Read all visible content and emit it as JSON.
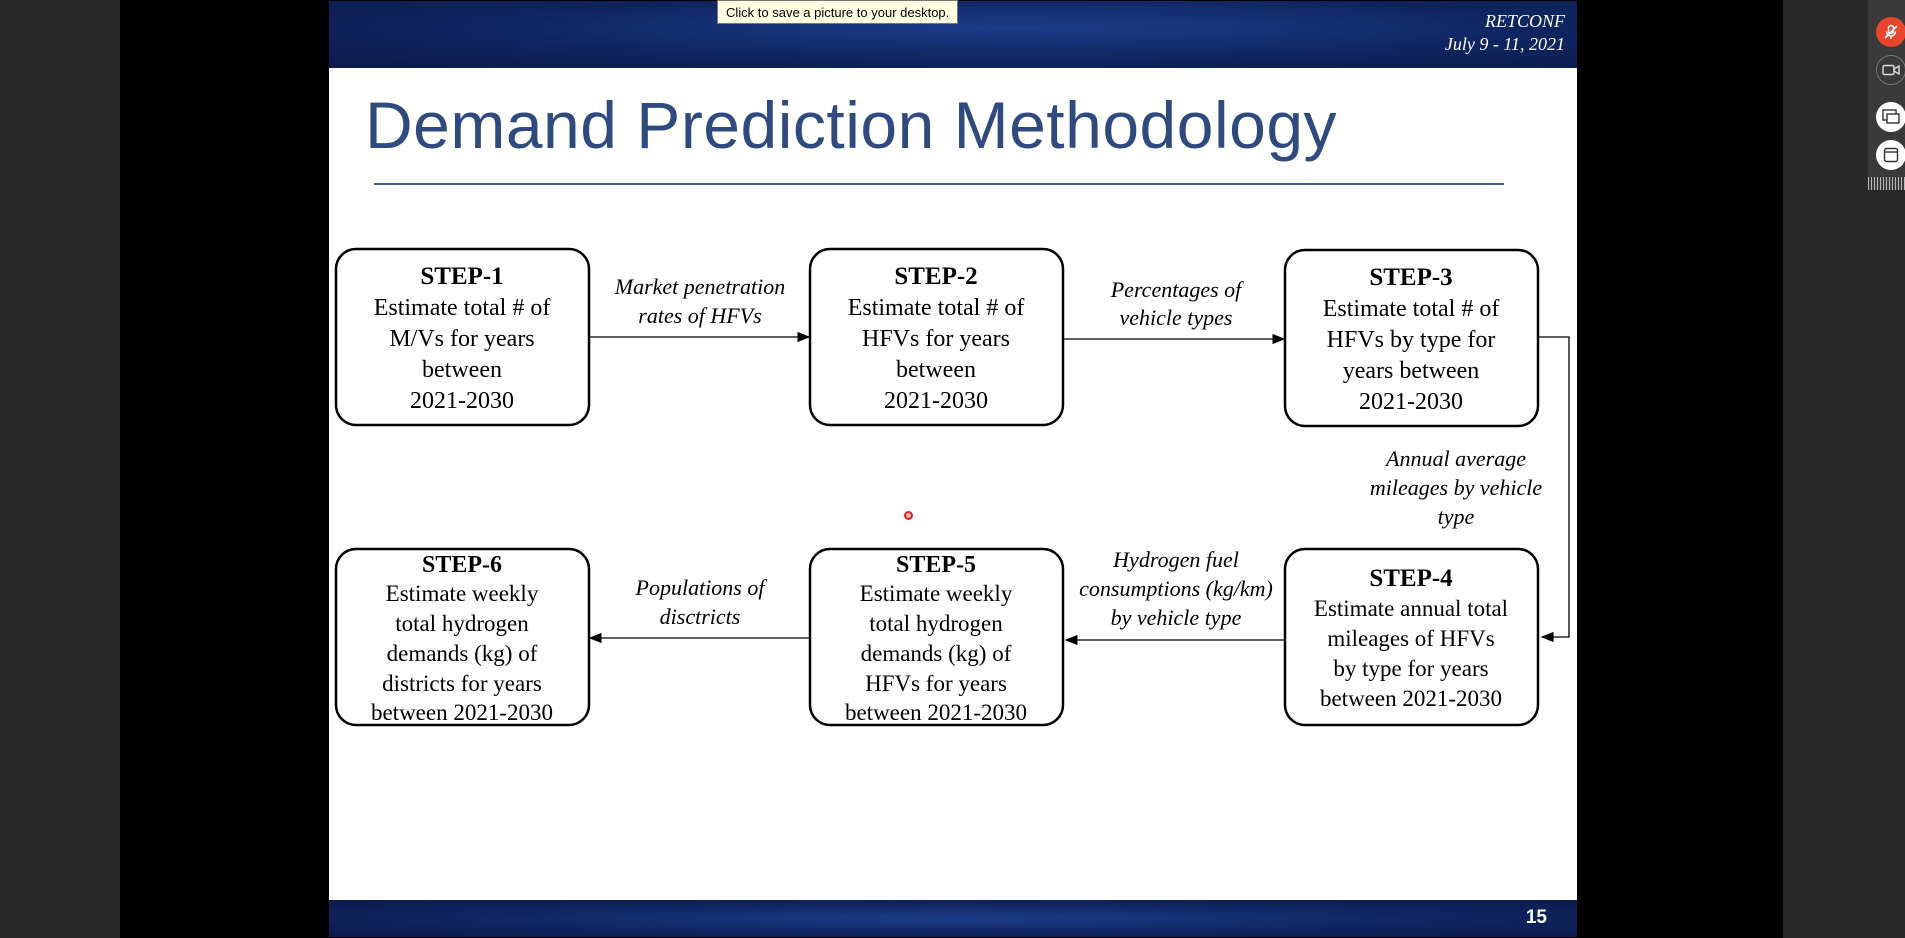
{
  "tooltip": {
    "text": "Click to save a picture to your desktop."
  },
  "slide": {
    "conference": "RETCONF",
    "dates": "July 9 - 11, 2021",
    "title": "Demand Prediction Methodology",
    "page_number": "15"
  },
  "diagram": {
    "steps": [
      {
        "label": "STEP-1",
        "lines": [
          "Estimate total # of",
          "M/Vs for years",
          "between",
          "2021-2030"
        ]
      },
      {
        "label": "STEP-2",
        "lines": [
          "Estimate total # of",
          "HFVs for years",
          "between",
          "2021-2030"
        ]
      },
      {
        "label": "STEP-3",
        "lines": [
          "Estimate total # of",
          "HFVs by type for",
          "years between",
          "2021-2030"
        ]
      },
      {
        "label": "STEP-4",
        "lines": [
          "Estimate annual total",
          "mileages of HFVs",
          "by type for years",
          "between 2021-2030"
        ]
      },
      {
        "label": "STEP-5",
        "lines": [
          "Estimate weekly",
          "total hydrogen",
          "demands (kg) of",
          "HFVs for years",
          "between 2021-2030"
        ]
      },
      {
        "label": "STEP-6",
        "lines": [
          "Estimate weekly",
          "total hydrogen",
          "demands (kg) of",
          "districts for years",
          "between 2021-2030"
        ]
      }
    ],
    "arrow_labels": {
      "a12": [
        "Market penetration",
        "rates of HFVs"
      ],
      "a23": [
        "Percentages of",
        "vehicle types"
      ],
      "a34": [
        "Annual average",
        "mileages by vehicle",
        "type"
      ],
      "a45": [
        "Hydrogen fuel",
        "consumptions (kg/km)",
        "by vehicle type"
      ],
      "a56": [
        "Populations of",
        "disctricts"
      ]
    }
  },
  "toolbar": {
    "mic_icon": "muted-microphone-icon",
    "camera_icon": "video-camera-icon",
    "share_icon": "share-screen-icon",
    "window_icon": "window-icon"
  },
  "colors": {
    "slide_title": "#2f4a80",
    "header_bg": "#0f2560",
    "mic_button": "#e8452c"
  }
}
